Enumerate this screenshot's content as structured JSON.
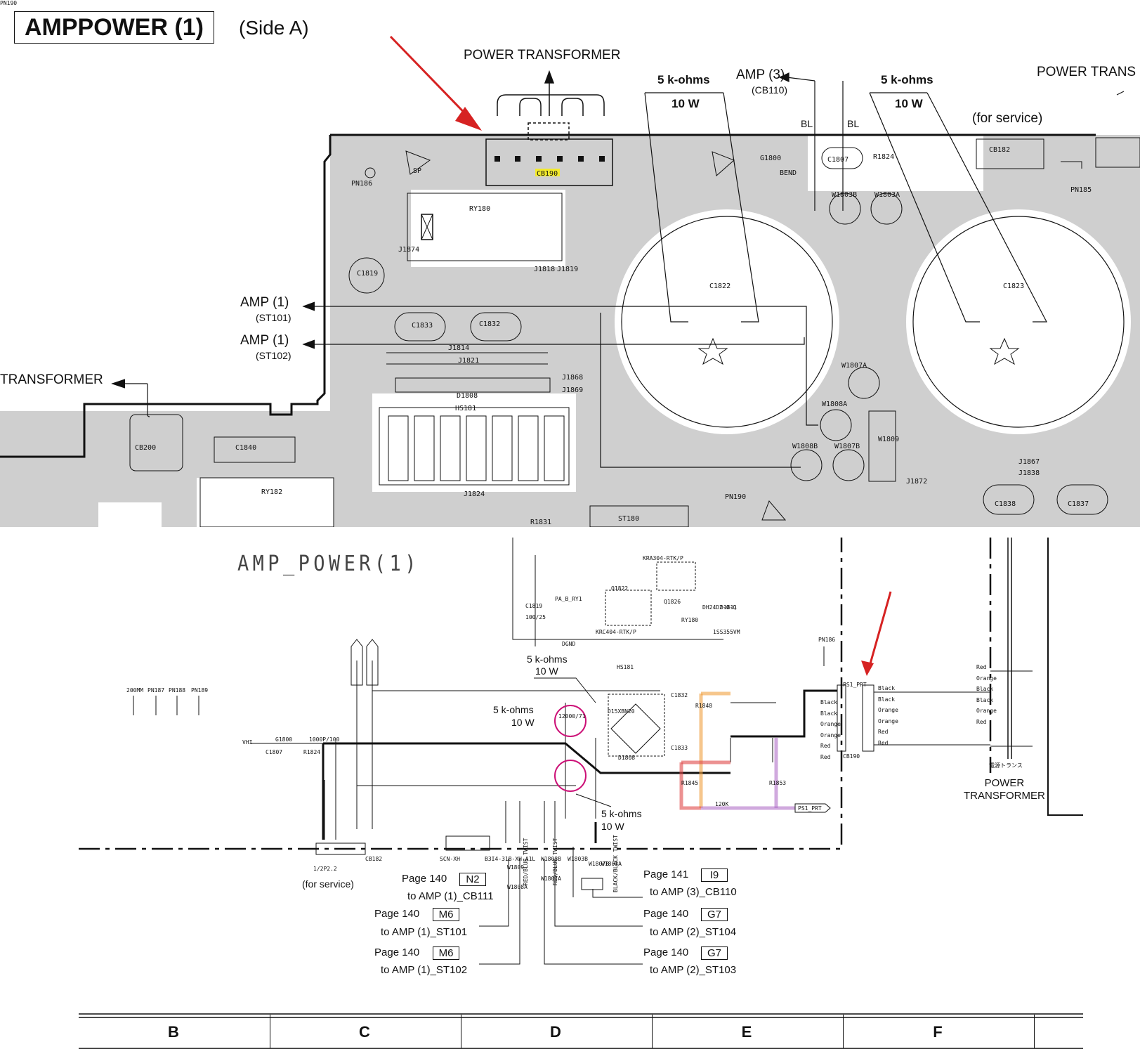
{
  "header": {
    "title": "AMPPOWER (1)",
    "side": "(Side A)"
  },
  "pcb": {
    "labels": {
      "power_transformer_top": "POWER TRANSFORMER",
      "power_transformer_right": "POWER TRANS",
      "power_transformer_left": "TRANSFORMER",
      "resistor_a_value": "5 k-ohms",
      "resistor_a_watt": "10 W",
      "resistor_b_value": "5 k-ohms",
      "resistor_b_watt": "10 W",
      "amp3": "AMP (3)",
      "amp3_ref": "(CB110)",
      "amp1_a": "AMP (1)",
      "amp1_a_ref": "(ST101)",
      "amp1_b": "AMP (1)",
      "amp1_b_ref": "(ST102)",
      "for_service": "(for service)",
      "bl1": "BL",
      "bl2": "BL"
    },
    "components": [
      "PN186",
      "CB190",
      "RY180",
      "J1874",
      "C1819",
      "J1818",
      "J1819",
      "C1833",
      "C1832",
      "J1814",
      "J1821",
      "J1868",
      "J1869",
      "D1808",
      "HS181",
      "CB200",
      "C1840",
      "RY182",
      "J1824",
      "R1831",
      "ST180",
      "C1822",
      "C1823",
      "G1800",
      "BEND",
      "C1807",
      "R1824",
      "W1803B",
      "W1803A",
      "CB182",
      "PN185",
      "W1807A",
      "W1808A",
      "W1808B",
      "W1807B",
      "W1809",
      "J1872",
      "PN190",
      "J1867",
      "J1838",
      "C1838",
      "C1837",
      "SP"
    ]
  },
  "schematic": {
    "title": "AMP_POWER(1)",
    "resistor_labels": [
      {
        "value": "5 k-ohms",
        "watt": "10 W"
      },
      {
        "value": "5 k-ohms",
        "watt": "10 W"
      },
      {
        "value": "5 k-ohms",
        "watt": "10 W"
      }
    ],
    "power_transformer": "POWER\nTRANSFORMER",
    "for_service": "(for service)",
    "cross_refs": [
      {
        "page": "Page 140",
        "grid": "N2",
        "target": "to AMP (1)_CB111"
      },
      {
        "page": "Page 140",
        "grid": "M6",
        "target": "to AMP (1)_ST101"
      },
      {
        "page": "Page 140",
        "grid": "M6",
        "target": "to AMP (1)_ST102"
      },
      {
        "page": "Page 141",
        "grid": "I9",
        "target": "to AMP (3)_CB110"
      },
      {
        "page": "Page 140",
        "grid": "G7",
        "target": "to AMP (2)_ST104"
      },
      {
        "page": "Page 140",
        "grid": "G7",
        "target": "to AMP (2)_ST103"
      }
    ],
    "parts": [
      "KRA304-RTK/P",
      "Q1822",
      "Q1826",
      "PA_B_RY1",
      "KRC404-RTK/P",
      "DGND",
      "C1819",
      "100/25",
      "RY180",
      "DH24D2-0-Q",
      "1SS355VM",
      "D1811",
      "PN186",
      "HS181",
      "D15XBN20",
      "D1808",
      "C1832",
      "C1833",
      "12000/71",
      "R1848",
      "R1845",
      "R1853",
      "120K",
      "PS1_PRT",
      "CB190",
      "VHI",
      "G1800",
      "C1807",
      "1000P/100",
      "R1824",
      "1/2P2.2",
      "CB182",
      "B3I4-31B-XH-A1L",
      "SCN-XH",
      "W1809",
      "W1808A",
      "W1808B",
      "W1807A",
      "W1807B",
      "W1803A",
      "W1803B",
      "200MM",
      "PN187",
      "PN188",
      "PN189",
      "PN190"
    ],
    "wire_colors_left": [
      "Black",
      "Black",
      "Orange",
      "Orange",
      "Red",
      "Red"
    ],
    "wire_colors_cb190": [
      "Black",
      "Black",
      "Orange",
      "Orange",
      "Red",
      "Red"
    ],
    "wire_colors_right": [
      "Red",
      "Orange",
      "Black",
      "Black",
      "Orange",
      "Red"
    ],
    "twist_labels": [
      "RED/BLUE TWIST",
      "RED/BLUE TWIST",
      "BLACK/BLACK TWIST"
    ],
    "jp_label": "電源トランス"
  },
  "grid_columns": [
    "B",
    "C",
    "D",
    "E",
    "F"
  ],
  "colors": {
    "pcb_fill": "#cfcfcf",
    "annotation_red": "#d62222",
    "circle_magenta": "#cc1177",
    "highlight_yellow": "#f3ea2c",
    "trace_orange": "#f0a040",
    "trace_red": "#e04848",
    "trace_purple": "#b070c8"
  }
}
